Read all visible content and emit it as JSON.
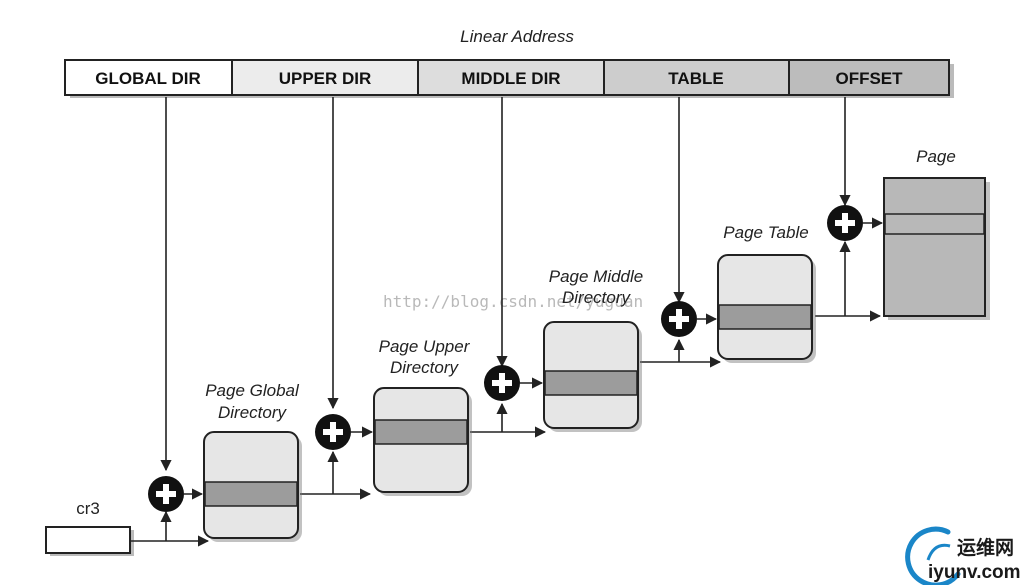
{
  "linear_address": {
    "title": "Linear Address",
    "fields": [
      "GLOBAL DIR",
      "UPPER DIR",
      "MIDDLE DIR",
      "TABLE",
      "OFFSET"
    ]
  },
  "register": {
    "label": "cr3"
  },
  "tables": [
    {
      "label_lines": [
        "Page Global",
        "Directory"
      ]
    },
    {
      "label_lines": [
        "Page Upper",
        "Directory"
      ]
    },
    {
      "label_lines": [
        "Page Middle",
        "Directory"
      ]
    },
    {
      "label_lines": [
        "Page Table"
      ]
    }
  ],
  "page": {
    "label": "Page"
  },
  "watermark": {
    "url": "http://blog.csdn.net/yuguan"
  },
  "logo": {
    "cn_text": "运维网",
    "en_text": "iyunv.com"
  },
  "colors": {
    "segment_fills": [
      "#ffffff",
      "#ececec",
      "#dddddd",
      "#cdcdcd",
      "#bcbcbc"
    ],
    "table_fill": "#e6e6e6",
    "entry_fill": "#9c9c9c",
    "page_fill": "#b8b8b8"
  }
}
